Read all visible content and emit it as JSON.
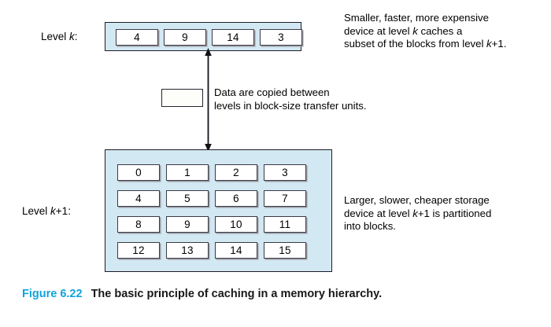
{
  "figure": {
    "caption_number": "Figure 6.22",
    "caption_text": "The basic principle of caching in a memory hierarchy.",
    "caption_number_color": "#0fa3dc",
    "box_fill_color": "#d2e8f2",
    "box_border_color": "#1c1c28",
    "cell_fill_color": "#ffffff"
  },
  "level_k": {
    "label_prefix": "Level ",
    "label_var": "k",
    "label_suffix": ":",
    "blocks": [
      "4",
      "9",
      "14",
      "3"
    ]
  },
  "level_k1": {
    "label_prefix": "Level ",
    "label_var": "k",
    "label_plus": "+1",
    "label_suffix": ":",
    "rows": [
      [
        "0",
        "1",
        "2",
        "3"
      ],
      [
        "4",
        "5",
        "6",
        "7"
      ],
      [
        "8",
        "9",
        "10",
        "11"
      ],
      [
        "12",
        "13",
        "14",
        "15"
      ]
    ]
  },
  "notes": {
    "top": {
      "line1": "Smaller, faster, more expensive",
      "line2_a": "device at level ",
      "line2_var": "k",
      "line2_b": " caches a",
      "line3_a": "subset of the blocks from level ",
      "line3_var": "k",
      "line3_plus": "+1",
      "line3_b": "."
    },
    "middle": {
      "line1": "Data are copied between",
      "line2": "levels in block-size transfer units."
    },
    "bottom": {
      "line1": "Larger, slower, cheaper storage",
      "line2_a": "device at level ",
      "line2_var": "k",
      "line2_plus": "+1",
      "line2_b": " is partitioned",
      "line3": "into blocks."
    }
  },
  "transfer_unit": {
    "name": "block-size transfer unit"
  }
}
